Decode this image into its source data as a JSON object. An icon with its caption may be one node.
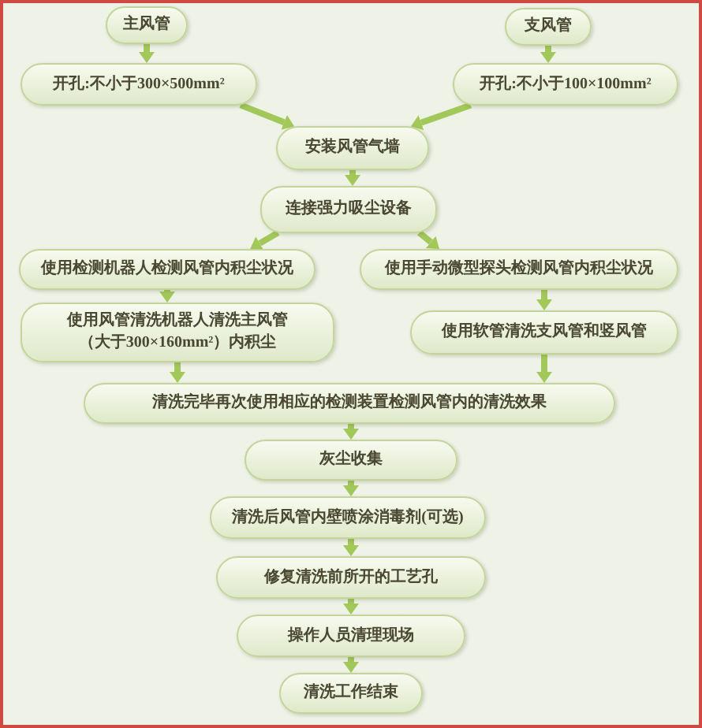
{
  "diagram": {
    "nodes": [
      {
        "text": [
          "主风管"
        ]
      },
      {
        "text": [
          "支风管"
        ]
      },
      {
        "text": [
          "开孔:不小于300×500mm²"
        ]
      },
      {
        "text": [
          "开孔:不小于100×100mm²"
        ]
      },
      {
        "text": [
          "安装风管气墙"
        ]
      },
      {
        "text": [
          "连接强力吸尘设备"
        ]
      },
      {
        "text": [
          "使用检测机器人检测风管内积尘状况"
        ]
      },
      {
        "text": [
          "使用手动微型探头检测风管内积尘状况"
        ]
      },
      {
        "text": [
          "使用风管清洗机器人清洗主风管（大于300×160mm²）内积尘"
        ]
      },
      {
        "text": [
          "使用软管清洗支风管和竖风管"
        ]
      },
      {
        "text": [
          "清洗完毕再次使用相应的检测装置检测风管内的清洗效果"
        ]
      },
      {
        "text": [
          "灰尘收集"
        ]
      },
      {
        "text": [
          "清洗后风管内壁喷涂消毒剂(可选)"
        ]
      },
      {
        "text": [
          "修复清洗前所开的工艺孔"
        ]
      },
      {
        "text": [
          "操作人员清理现场"
        ]
      },
      {
        "text": [
          "清洗工作结束"
        ]
      }
    ],
    "edges": [
      {
        "from": 0,
        "to": 2,
        "arrow": "to"
      },
      {
        "from": 1,
        "to": 3,
        "arrow": "to"
      },
      {
        "from": 2,
        "to": 4,
        "arrow": "to"
      },
      {
        "from": 3,
        "to": 4,
        "arrow": "to"
      },
      {
        "from": 4,
        "to": 5,
        "arrow": "to"
      },
      {
        "from": 5,
        "to": 6,
        "arrow": "to"
      },
      {
        "from": 5,
        "to": 7,
        "arrow": "to"
      },
      {
        "from": 6,
        "to": 8,
        "arrow": "to"
      },
      {
        "from": 7,
        "to": 9,
        "arrow": "to"
      },
      {
        "from": 8,
        "to": 10,
        "arrow": "to"
      },
      {
        "from": 9,
        "to": 10,
        "arrow": "to"
      },
      {
        "from": 10,
        "to": 11,
        "arrow": "to"
      },
      {
        "from": 11,
        "to": 12,
        "arrow": "to"
      },
      {
        "from": 12,
        "to": 13,
        "arrow": "to"
      },
      {
        "from": 13,
        "to": 14,
        "arrow": "to"
      },
      {
        "from": 14,
        "to": 15,
        "arrow": "to"
      }
    ]
  }
}
